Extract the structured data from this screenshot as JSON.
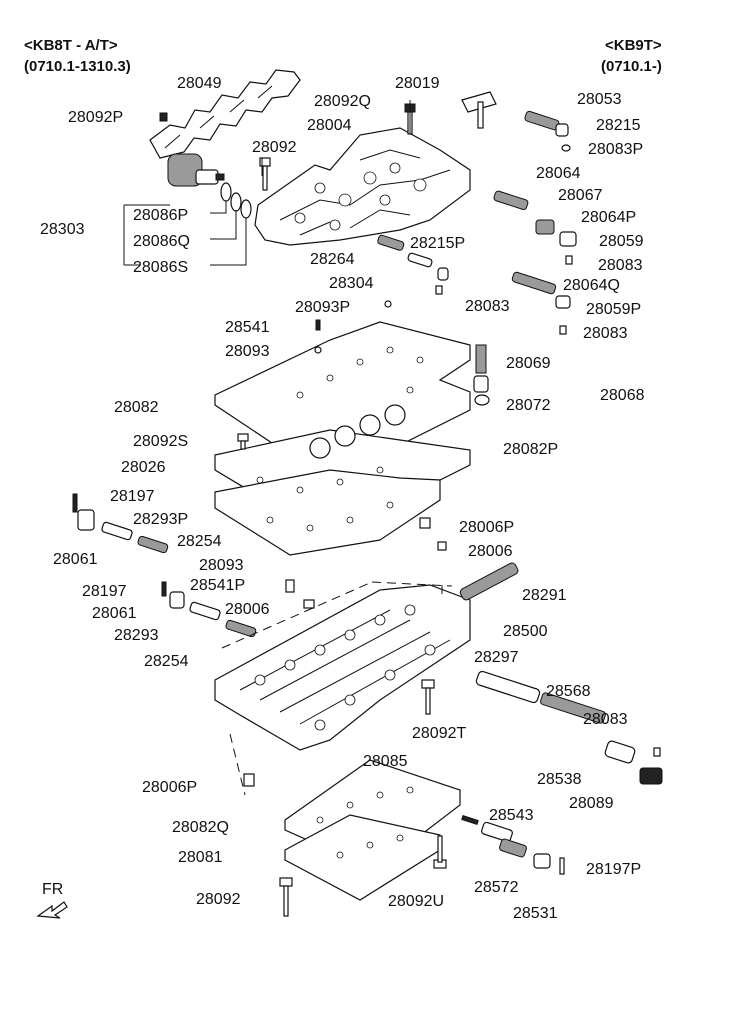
{
  "header": {
    "left_model": "<KB8T - A/T>",
    "left_range": "(0710.1-1310.3)",
    "right_model": "<KB9T>",
    "right_range": "(0710.1-)"
  },
  "direction": {
    "label": "FR",
    "icon": "arrow-icon"
  },
  "parts": [
    {
      "id": "28049",
      "text": "28049"
    },
    {
      "id": "28092P",
      "text": "28092P"
    },
    {
      "id": "28092Q",
      "text": "28092Q"
    },
    {
      "id": "28019",
      "text": "28019"
    },
    {
      "id": "28053",
      "text": "28053"
    },
    {
      "id": "28004",
      "text": "28004"
    },
    {
      "id": "28215",
      "text": "28215"
    },
    {
      "id": "28092a",
      "text": "28092"
    },
    {
      "id": "28083P",
      "text": "28083P"
    },
    {
      "id": "28064",
      "text": "28064"
    },
    {
      "id": "28303",
      "text": "28303"
    },
    {
      "id": "28086P",
      "text": "28086P"
    },
    {
      "id": "28067",
      "text": "28067"
    },
    {
      "id": "28064P",
      "text": "28064P"
    },
    {
      "id": "28086Q",
      "text": "28086Q"
    },
    {
      "id": "28059",
      "text": "28059"
    },
    {
      "id": "28215P",
      "text": "28215P"
    },
    {
      "id": "28086S",
      "text": "28086S"
    },
    {
      "id": "28264",
      "text": "28264"
    },
    {
      "id": "28083a",
      "text": "28083"
    },
    {
      "id": "28064Q",
      "text": "28064Q"
    },
    {
      "id": "28304",
      "text": "28304"
    },
    {
      "id": "28083b",
      "text": "28083"
    },
    {
      "id": "28059P",
      "text": "28059P"
    },
    {
      "id": "28093P",
      "text": "28093P"
    },
    {
      "id": "28541",
      "text": "28541"
    },
    {
      "id": "28083c",
      "text": "28083"
    },
    {
      "id": "28093a",
      "text": "28093"
    },
    {
      "id": "28069",
      "text": "28069"
    },
    {
      "id": "28068",
      "text": "28068"
    },
    {
      "id": "28082",
      "text": "28082"
    },
    {
      "id": "28072",
      "text": "28072"
    },
    {
      "id": "28092S",
      "text": "28092S"
    },
    {
      "id": "28082P",
      "text": "28082P"
    },
    {
      "id": "28026",
      "text": "28026"
    },
    {
      "id": "28197a",
      "text": "28197"
    },
    {
      "id": "28293P",
      "text": "28293P"
    },
    {
      "id": "28006P",
      "text": "28006P"
    },
    {
      "id": "28254a",
      "text": "28254"
    },
    {
      "id": "28061a",
      "text": "28061"
    },
    {
      "id": "28006a",
      "text": "28006"
    },
    {
      "id": "28093b",
      "text": "28093"
    },
    {
      "id": "28197b",
      "text": "28197"
    },
    {
      "id": "28541P",
      "text": "28541P"
    },
    {
      "id": "28291",
      "text": "28291"
    },
    {
      "id": "28061b",
      "text": "28061"
    },
    {
      "id": "28006b",
      "text": "28006"
    },
    {
      "id": "28293",
      "text": "28293"
    },
    {
      "id": "28500",
      "text": "28500"
    },
    {
      "id": "28254b",
      "text": "28254"
    },
    {
      "id": "28297",
      "text": "28297"
    },
    {
      "id": "28568",
      "text": "28568"
    },
    {
      "id": "28083d",
      "text": "28083"
    },
    {
      "id": "28092T",
      "text": "28092T"
    },
    {
      "id": "28085",
      "text": "28085"
    },
    {
      "id": "28538",
      "text": "28538"
    },
    {
      "id": "28006P2",
      "text": "28006P"
    },
    {
      "id": "28089",
      "text": "28089"
    },
    {
      "id": "28543",
      "text": "28543"
    },
    {
      "id": "28082Q",
      "text": "28082Q"
    },
    {
      "id": "28081",
      "text": "28081"
    },
    {
      "id": "28197P",
      "text": "28197P"
    },
    {
      "id": "28572",
      "text": "28572"
    },
    {
      "id": "28092b",
      "text": "28092"
    },
    {
      "id": "28092U",
      "text": "28092U"
    },
    {
      "id": "28531",
      "text": "28531"
    }
  ]
}
